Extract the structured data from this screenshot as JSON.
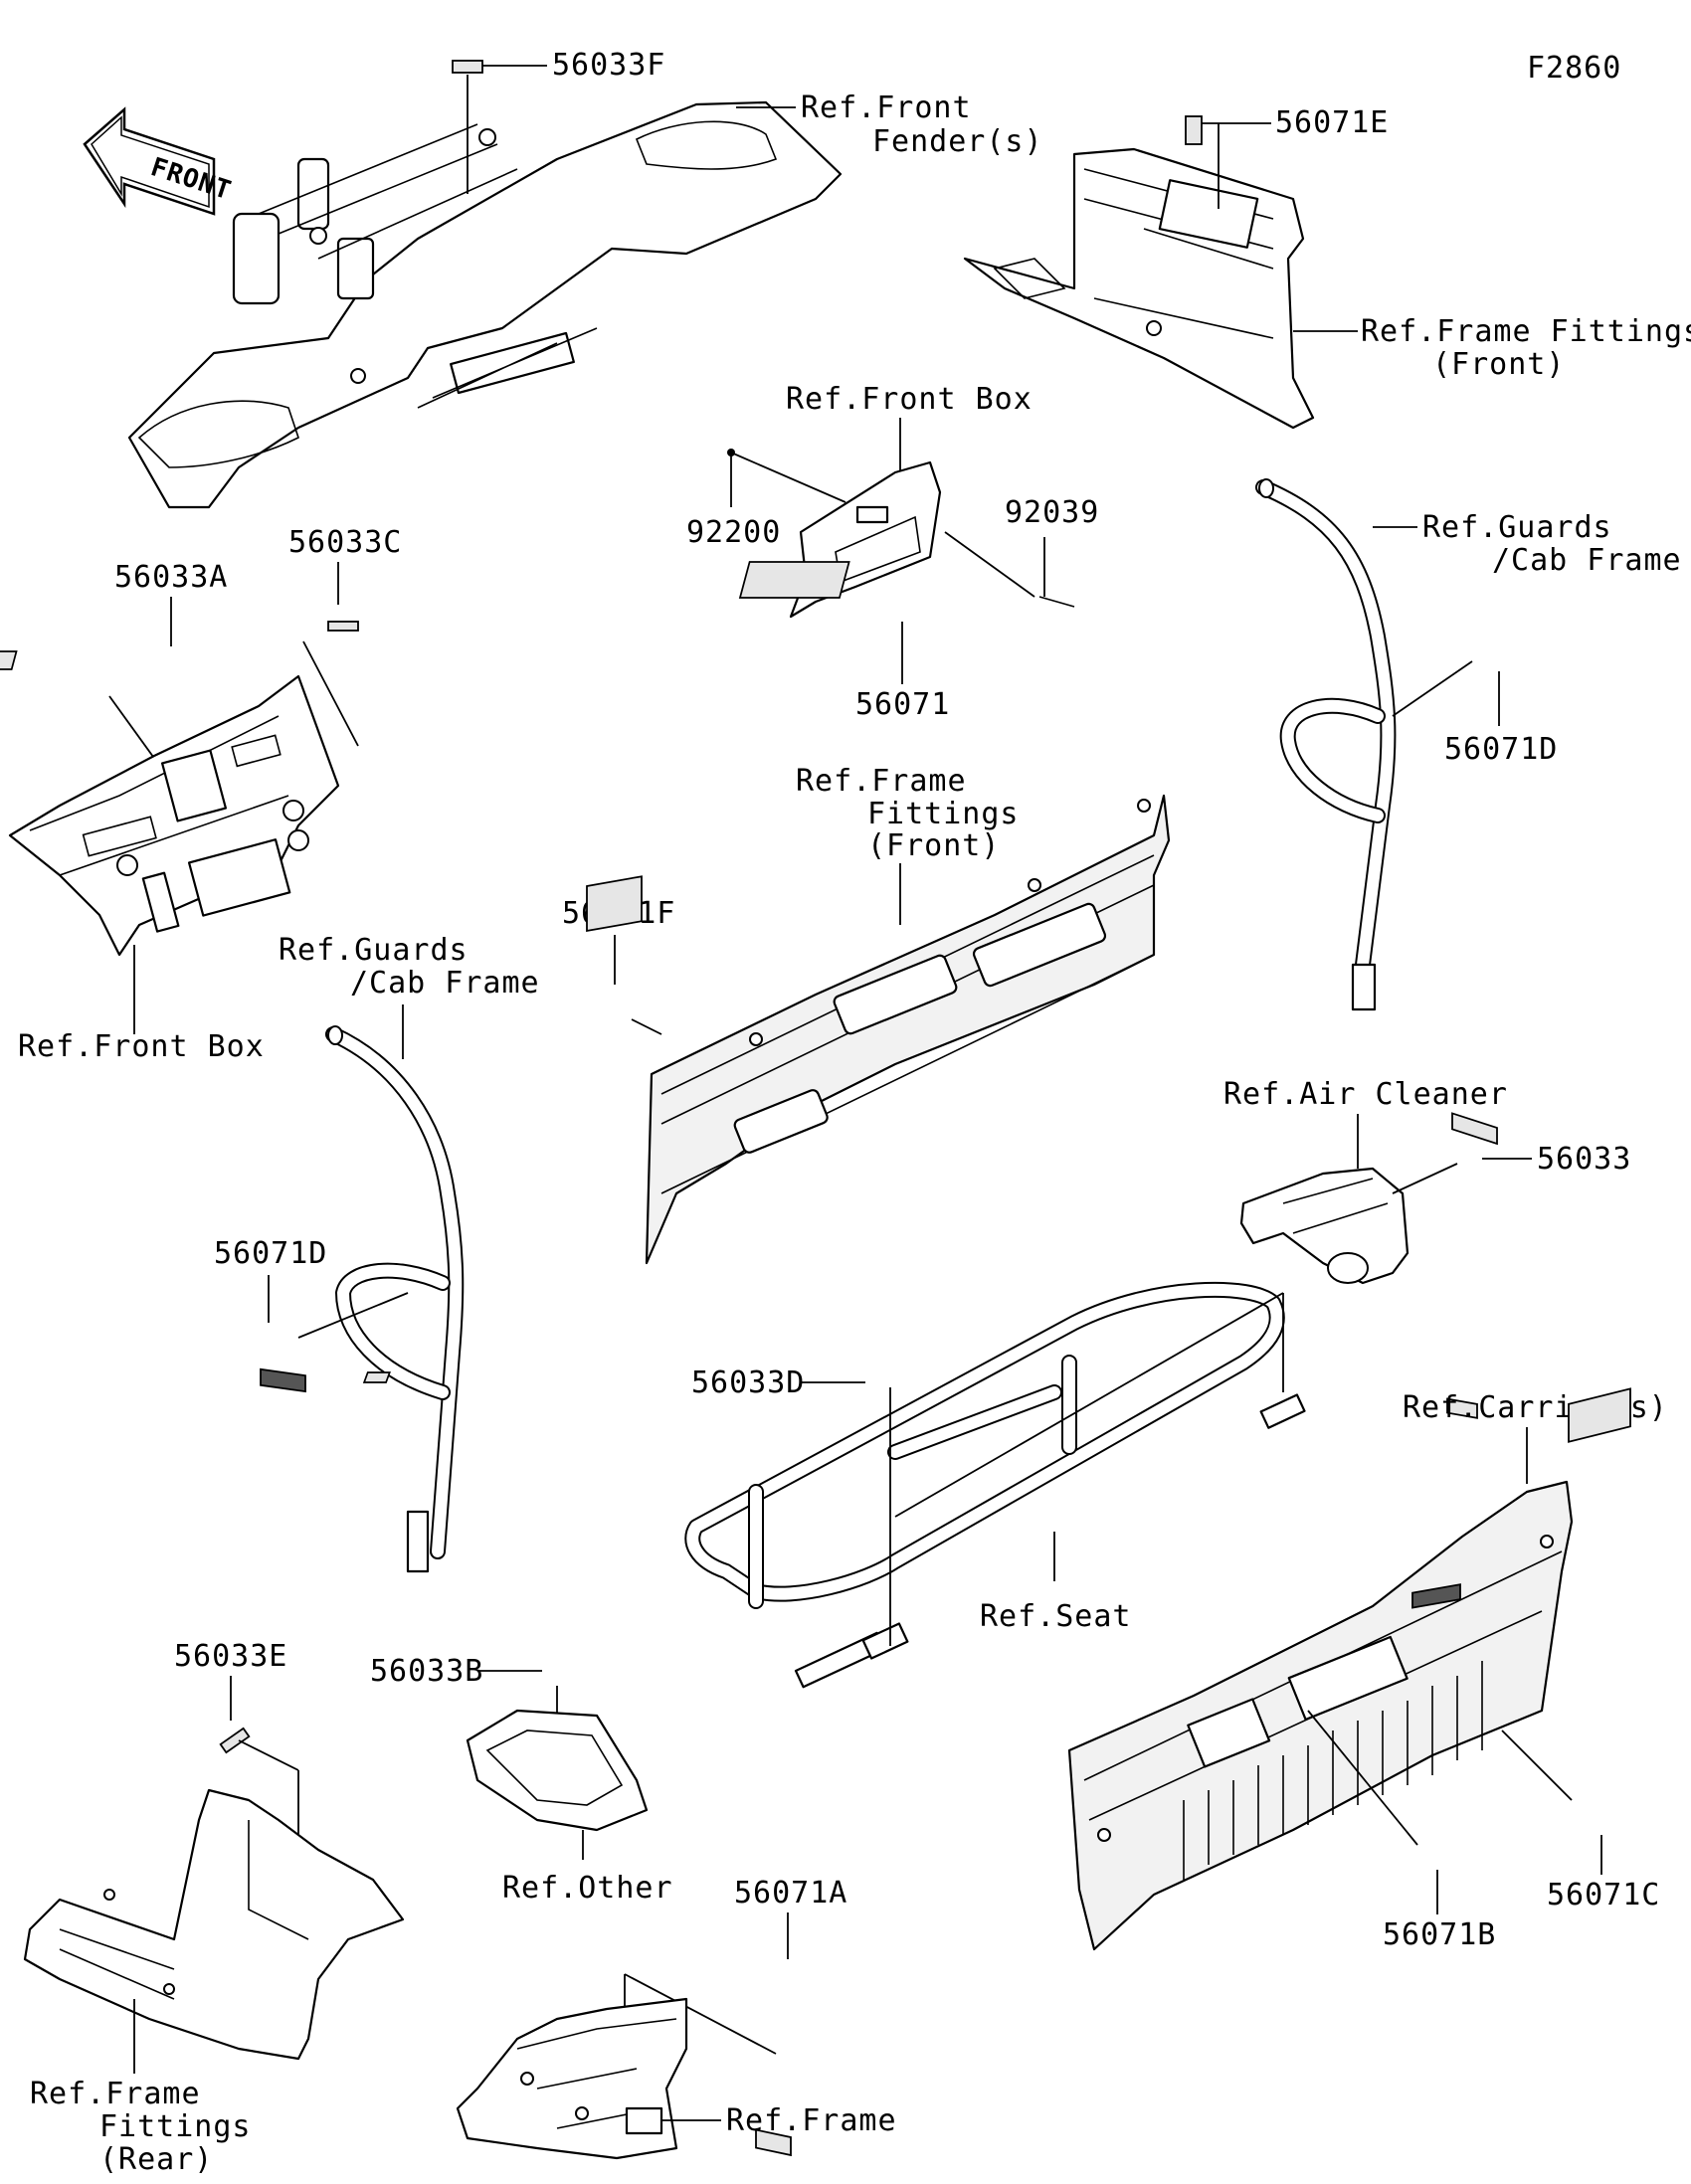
{
  "figure_id": "F2860",
  "front_arrow": "FRONT",
  "labels": {
    "p56033F": "56033F",
    "ref_front_fender_1": "Ref.Front",
    "ref_front_fender_2": "Fender(s)",
    "p56071E": "56071E",
    "ref_frame_fittings_front_1": "Ref.Frame Fittings",
    "ref_frame_fittings_front_2": "(Front)",
    "ref_front_box_top": "Ref.Front Box",
    "p92200": "92200",
    "p92039": "92039",
    "p56071": "56071",
    "p56033A": "56033A",
    "p56033C": "56033C",
    "ref_front_box_left": "Ref.Front Box",
    "ref_guards_right_1": "Ref.Guards",
    "ref_guards_right_2": "/Cab Frame",
    "p56071D_right": "56071D",
    "ref_frame_mid_1": "Ref.Frame",
    "ref_frame_mid_2": "Fittings",
    "ref_frame_mid_3": "(Front)",
    "p56071F": "56071F",
    "ref_guards_left_1": "Ref.Guards",
    "ref_guards_left_2": "/Cab Frame",
    "p56071D_left": "56071D",
    "ref_air_cleaner": "Ref.Air Cleaner",
    "p56033": "56033",
    "p56033D": "56033D",
    "ref_carriers": "Ref.Carrier(s)",
    "ref_seat": "Ref.Seat",
    "p56033E": "56033E",
    "p56033B": "56033B",
    "ref_other": "Ref.Other",
    "p56071A": "56071A",
    "p56071B": "56071B",
    "p56071C": "56071C",
    "ref_frame_fittings_rear_1": "Ref.Frame",
    "ref_frame_fittings_rear_2": "Fittings",
    "ref_frame_fittings_rear_3": "(Rear)",
    "ref_frame": "Ref.Frame"
  }
}
